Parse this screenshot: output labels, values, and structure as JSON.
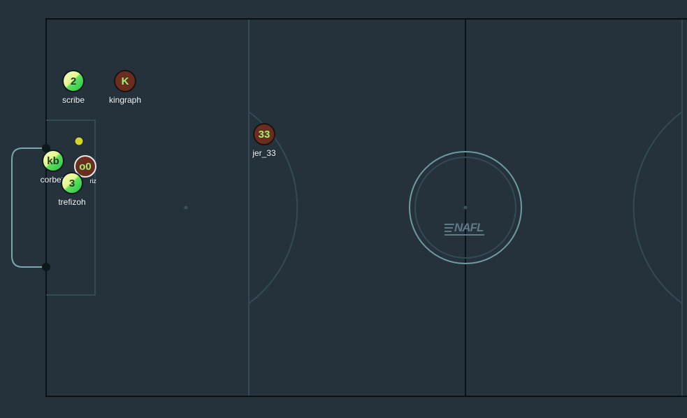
{
  "field": {
    "logo_text": "NAFL"
  },
  "ball": {
    "color": "#d6d32a"
  },
  "players": [
    {
      "id": "scribe",
      "label": "2",
      "name": "scribe",
      "team": "green"
    },
    {
      "id": "kingraph",
      "label": "K",
      "name": "kingraph",
      "team": "red"
    },
    {
      "id": "jer33",
      "label": "33",
      "name": "jer_33",
      "team": "red"
    },
    {
      "id": "corbett",
      "label": "kb",
      "name": "corbett",
      "team": "green"
    },
    {
      "id": "riz",
      "label": "o0",
      "name": "riz",
      "team": "red"
    },
    {
      "id": "trefizoh",
      "label": "3",
      "name": "trefizoh",
      "team": "green"
    }
  ],
  "colors": {
    "background": "#25323c",
    "pitch_line": "#0a1014",
    "goal_line": "#77a8ad",
    "green_team": "#5fe05a",
    "red_team": "#6b2d1f"
  }
}
